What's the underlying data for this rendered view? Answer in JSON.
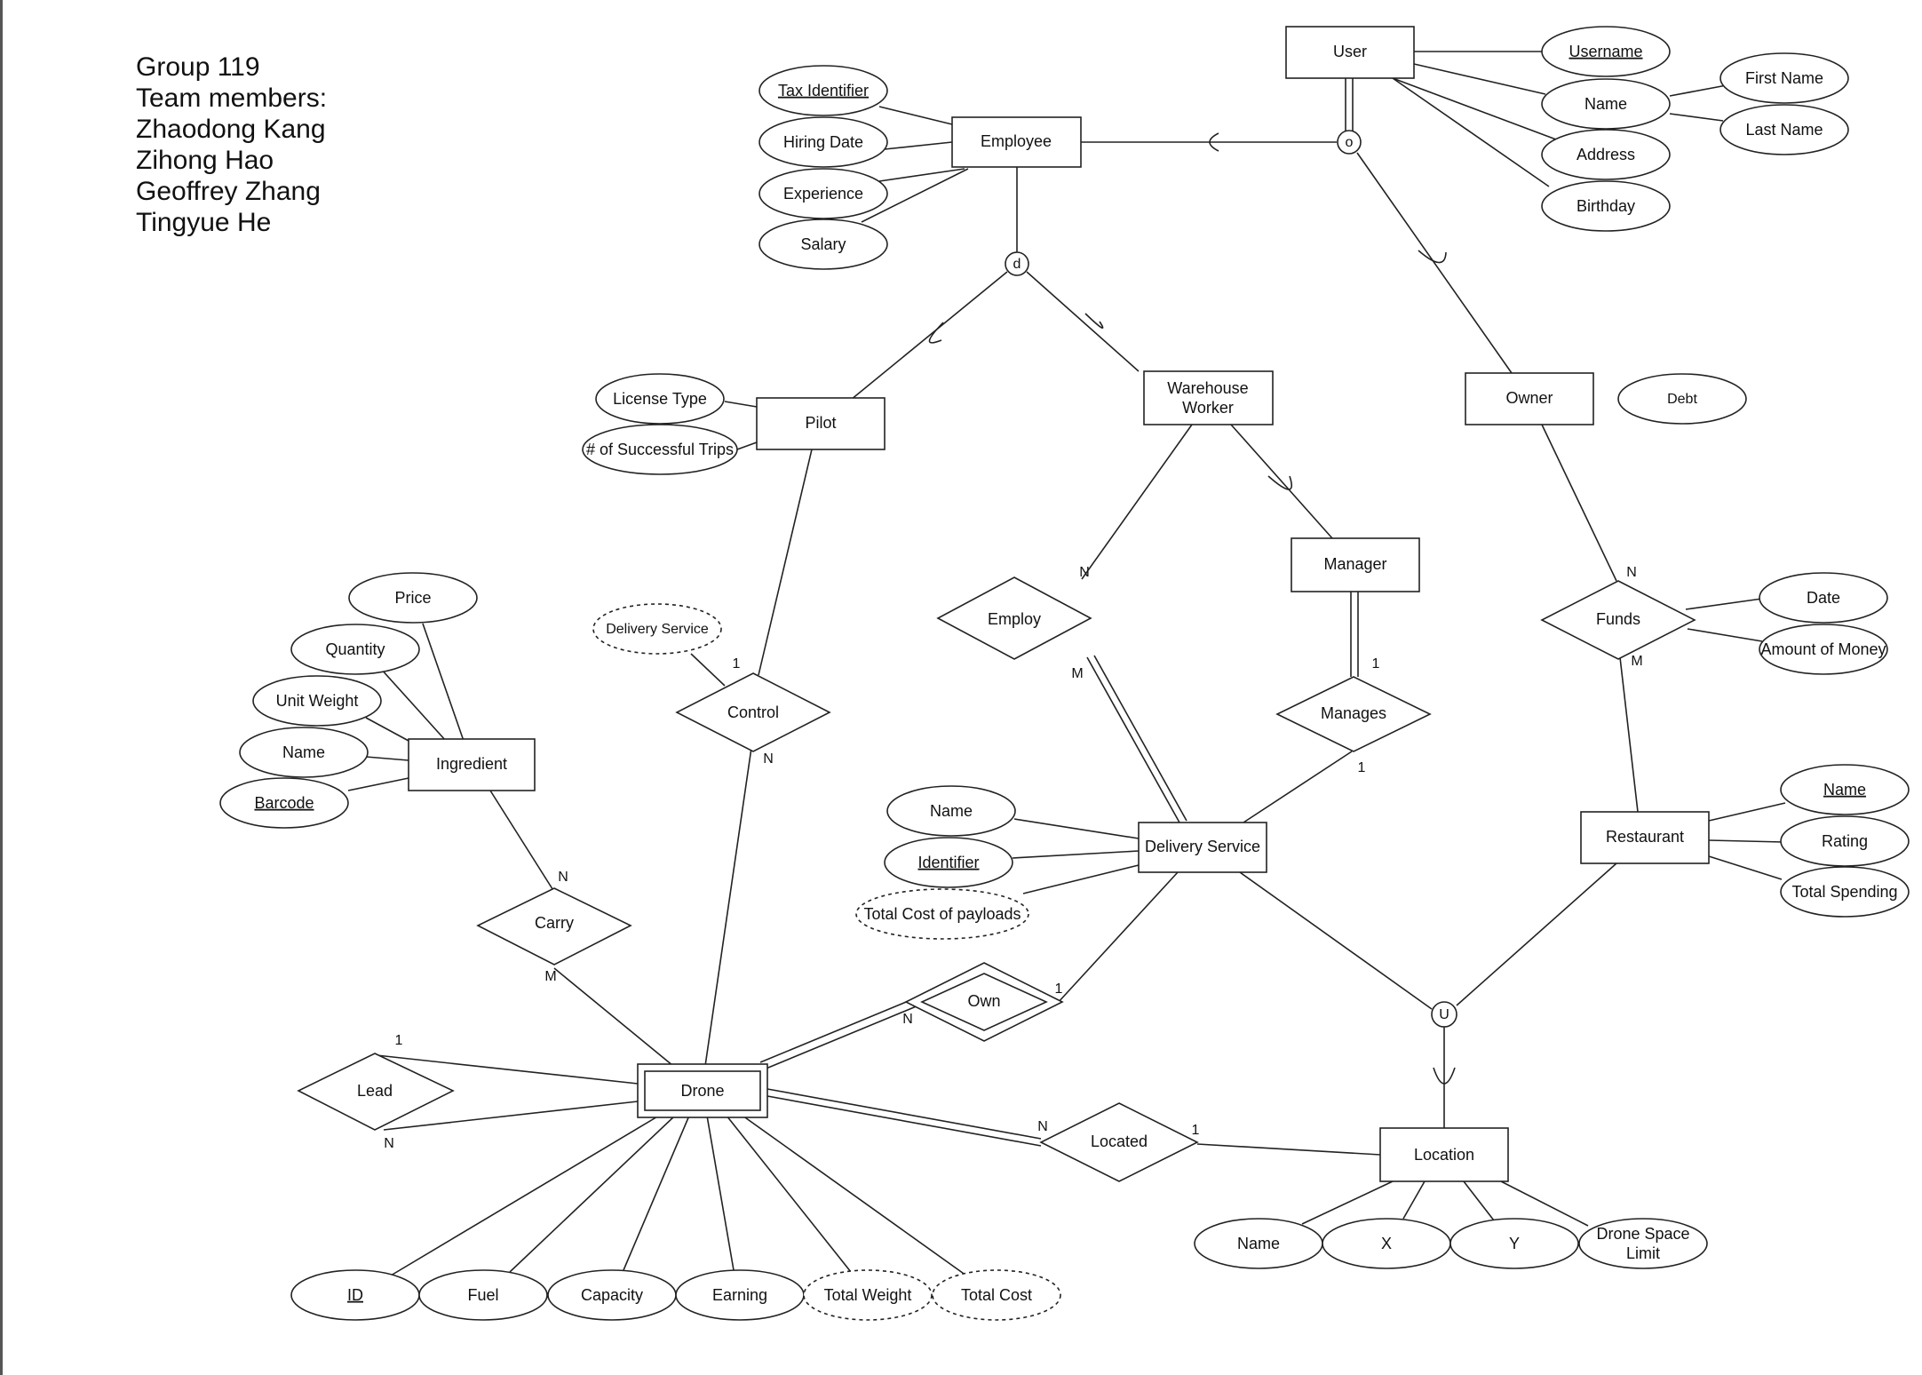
{
  "header": {
    "group": "Group 119",
    "team_label": "Team members:",
    "members": [
      "Zhaodong Kang",
      "Zihong Hao",
      "Geoffrey Zhang",
      "Tingyue He"
    ]
  },
  "entities": {
    "user": "User",
    "employee": "Employee",
    "pilot": "Pilot",
    "warehouse_worker": [
      "Warehouse",
      "Worker"
    ],
    "owner": "Owner",
    "manager": "Manager",
    "ingredient": "Ingredient",
    "delivery_service": "Delivery Service",
    "restaurant": "Restaurant",
    "drone": "Drone",
    "location": "Location"
  },
  "relationships": {
    "employ": "Employ",
    "manages": "Manages",
    "funds": "Funds",
    "control": "Control",
    "carry": "Carry",
    "own": "Own",
    "lead": "Lead",
    "located": "Located"
  },
  "attributes": {
    "user": {
      "username": "Username",
      "name": "Name",
      "first_name": "First Name",
      "last_name": "Last Name",
      "address": "Address",
      "birthday": "Birthday"
    },
    "employee": {
      "tax_identifier": "Tax Identifier",
      "hiring_date": "Hiring Date",
      "experience": "Experience",
      "salary": "Salary"
    },
    "pilot": {
      "license_type": "License Type",
      "successful_trips": "# of Successful Trips"
    },
    "owner": {
      "debt": "Debt"
    },
    "funds": {
      "date": "Date",
      "amount": "Amount of Money"
    },
    "ingredient": {
      "price": "Price",
      "quantity": "Quantity",
      "unit_weight": "Unit Weight",
      "name": "Name",
      "barcode": "Barcode"
    },
    "control": {
      "delivery_service": "Delivery Service"
    },
    "delivery_service": {
      "name": "Name",
      "identifier": "Identifier",
      "total_cost_payloads": "Total Cost  of payloads"
    },
    "restaurant": {
      "name": "Name",
      "rating": "Rating",
      "total_spending": "Total Spending"
    },
    "drone": {
      "id": "ID",
      "fuel": "Fuel",
      "capacity": "Capacity",
      "earning": "Earning",
      "total_weight": "Total Weight",
      "total_cost": "Total Cost"
    },
    "location": {
      "name": "Name",
      "x": "X",
      "y": "Y",
      "drone_space_limit": [
        "Drone Space",
        "Limit"
      ]
    }
  },
  "specializations": {
    "employee": "d",
    "user": "o",
    "location": "U"
  },
  "cardinalities": {
    "employ_worker": "N",
    "employ_service": "M",
    "manages_manager": "1",
    "manages_service": "1",
    "funds_owner": "N",
    "funds_restaurant": "M",
    "control_pilot": "1",
    "control_drone": "N",
    "carry_ingredient": "N",
    "carry_drone": "M",
    "own_drone": "N",
    "own_service": "1",
    "lead_leader": "1",
    "lead_follower": "N",
    "located_drone": "N",
    "located_location": "1"
  }
}
